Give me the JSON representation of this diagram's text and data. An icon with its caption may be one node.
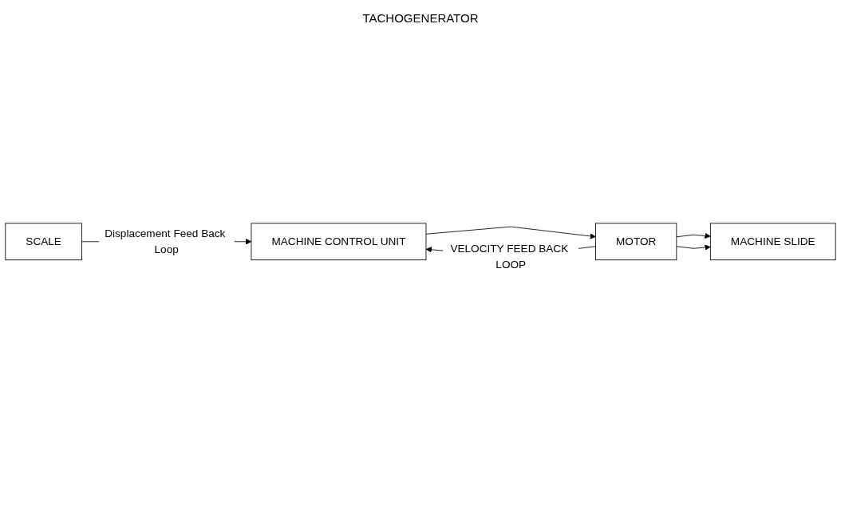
{
  "diagram": {
    "nodes": [
      {
        "text": [
          "MACHINE CONTROL UNIT"
        ]
      },
      {
        "text": [
          "MOTOR"
        ]
      },
      {
        "text": [
          "MACHINE SLIDE"
        ]
      },
      {
        "text": [
          "SCALE"
        ]
      }
    ],
    "edges": [
      {
        "from": 0,
        "to": 1,
        "arrow": "to"
      },
      {
        "from": 1,
        "to": 2,
        "arrow": "to"
      },
      {
        "from": 1,
        "to": 2,
        "arrow": "to"
      },
      {
        "from": 1,
        "to": 0,
        "arrow": "to",
        "label": "VELOCITY FEED BACK LOOP"
      },
      {
        "from": 3,
        "to": 0,
        "arrow": "to",
        "label": "Displacement Feed Back Loop"
      }
    ],
    "labels": [
      "TACHOGENERATOR"
    ]
  }
}
